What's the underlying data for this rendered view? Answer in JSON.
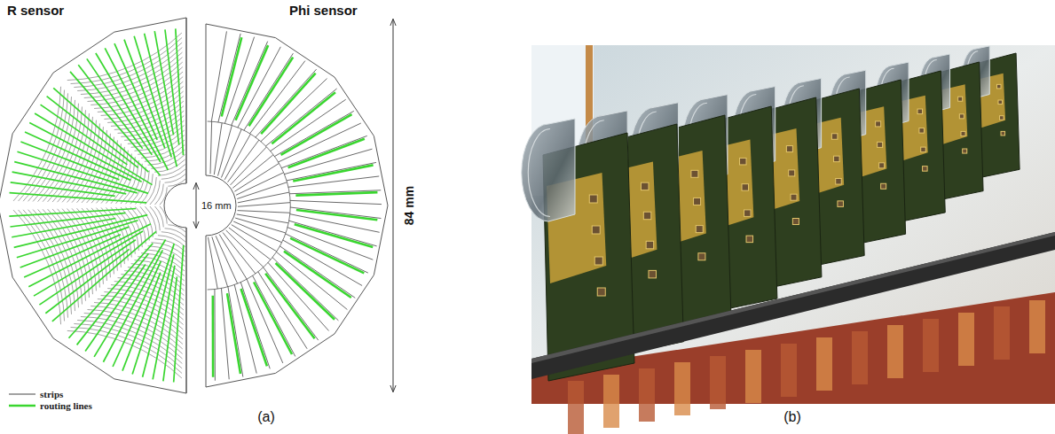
{
  "diagram": {
    "labels": [
      "R sensor",
      "Phi sensor",
      "16 mm",
      "84 mm",
      "(a)",
      "(b)"
    ],
    "legend": [
      {
        "text": "strips"
      },
      {
        "text": "routing lines"
      }
    ]
  }
}
